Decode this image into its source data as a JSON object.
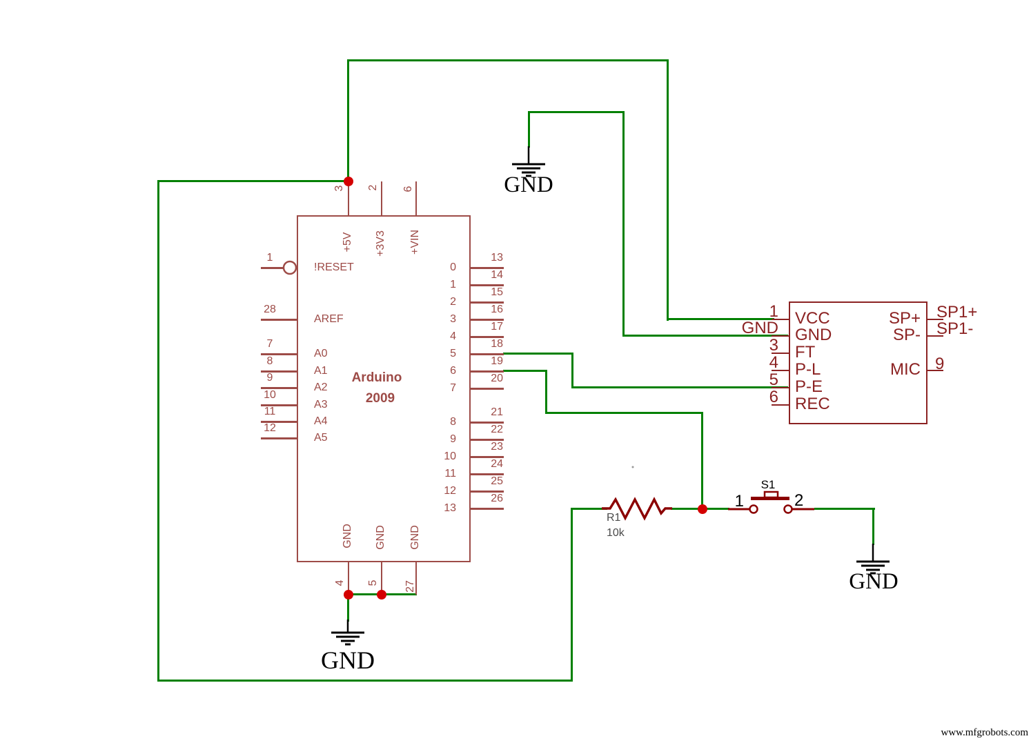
{
  "colors": {
    "wire": "#008000",
    "dot": "#d40000",
    "arduino": "#9d4b47",
    "module": "#8b2222",
    "component": "#8b0000",
    "gray": "#4a4a4a"
  },
  "arduino": {
    "title": "Arduino",
    "subtitle": "2009",
    "left_pins": [
      {
        "num": "1",
        "label": "!RESET"
      },
      {
        "num": "28",
        "label": "AREF"
      },
      {
        "num": "7",
        "label": "A0"
      },
      {
        "num": "8",
        "label": "A1"
      },
      {
        "num": "9",
        "label": "A2"
      },
      {
        "num": "10",
        "label": "A3"
      },
      {
        "num": "11",
        "label": "A4"
      },
      {
        "num": "12",
        "label": "A5"
      }
    ],
    "top_pins": [
      {
        "num": "3",
        "label": "+5V"
      },
      {
        "num": "2",
        "label": "+3V3"
      },
      {
        "num": "6",
        "label": "+VIN"
      }
    ],
    "bottom_pins": [
      {
        "num": "4",
        "label": "GND"
      },
      {
        "num": "5",
        "label": "GND"
      },
      {
        "num": "27",
        "label": "GND"
      }
    ],
    "right_pins": [
      {
        "inner": "0",
        "outer": "13"
      },
      {
        "inner": "1",
        "outer": "14"
      },
      {
        "inner": "2",
        "outer": "15"
      },
      {
        "inner": "3",
        "outer": "16"
      },
      {
        "inner": "4",
        "outer": "17"
      },
      {
        "inner": "5",
        "outer": "18"
      },
      {
        "inner": "6",
        "outer": "19"
      },
      {
        "inner": "7",
        "outer": "20"
      },
      {
        "inner": "8",
        "outer": "21"
      },
      {
        "inner": "9",
        "outer": "22"
      },
      {
        "inner": "10",
        "outer": "23"
      },
      {
        "inner": "11",
        "outer": "24"
      },
      {
        "inner": "12",
        "outer": "25"
      },
      {
        "inner": "13",
        "outer": "26"
      }
    ]
  },
  "module": {
    "left_pins": [
      {
        "num": "1",
        "label": "VCC"
      },
      {
        "num": "GND",
        "label": "GND"
      },
      {
        "num": "3",
        "label": "FT"
      },
      {
        "num": "4",
        "label": "P-L"
      },
      {
        "num": "5",
        "label": "P-E"
      },
      {
        "num": "6",
        "label": "REC"
      }
    ],
    "right_pins": [
      {
        "num": "SP1+",
        "label": "SP+"
      },
      {
        "num": "SP1-",
        "label": "SP-"
      },
      {
        "num": "9",
        "label": "MIC"
      }
    ]
  },
  "resistor": {
    "ref": "R1",
    "value": "10k"
  },
  "switch": {
    "ref": "S1",
    "pin1": "1",
    "pin2": "2"
  },
  "grounds": {
    "top": "GND",
    "arduino": "GND",
    "right": "GND"
  },
  "watermark": "www.mfgrobots.com"
}
